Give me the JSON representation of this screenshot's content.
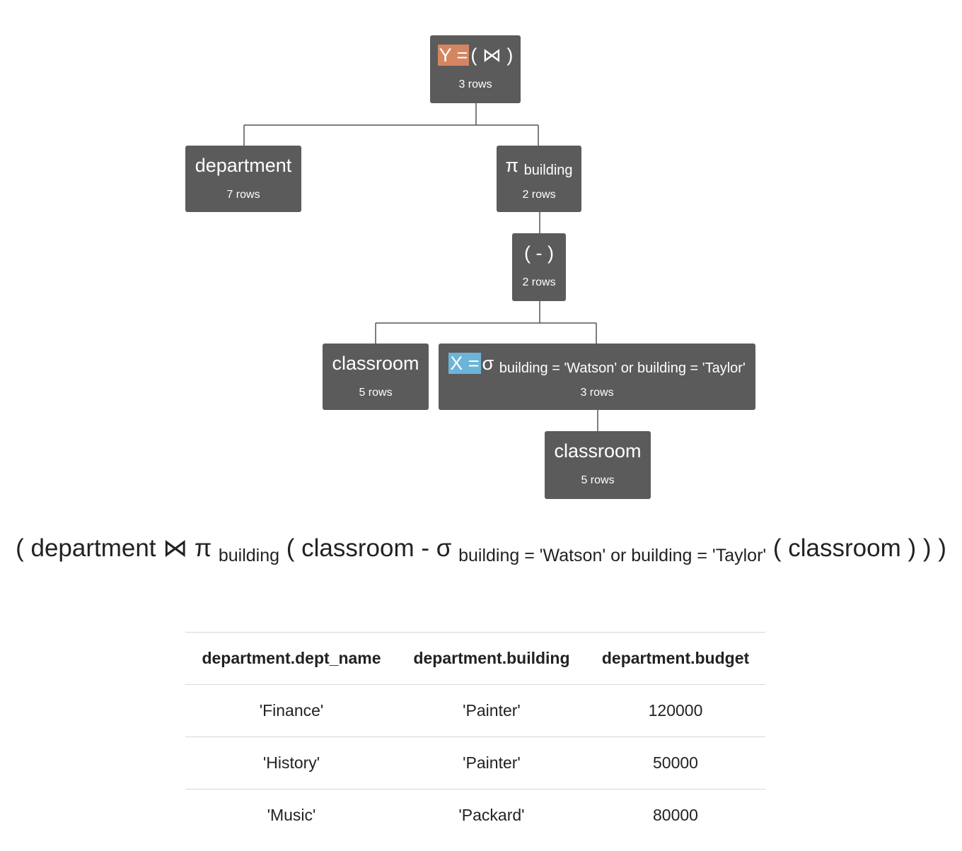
{
  "tree": {
    "root": {
      "tag": "Y =",
      "op": "( ⋈ )",
      "rows": "3 rows"
    },
    "department": {
      "name": "department",
      "rows": "7 rows"
    },
    "projection": {
      "op": "π",
      "attr": "building",
      "rows": "2 rows"
    },
    "difference": {
      "op": "( - )",
      "rows": "2 rows"
    },
    "classroom_left": {
      "name": "classroom",
      "rows": "5 rows"
    },
    "selection": {
      "tag": "X =",
      "op": "σ",
      "predicate": "building = 'Watson' or building = 'Taylor'",
      "rows": "3 rows"
    },
    "classroom_bottom": {
      "name": "classroom",
      "rows": "5 rows"
    }
  },
  "expression": {
    "p1": "( department ⋈ π",
    "sub1": "building",
    "p2": "( classroom - σ",
    "sub2": "building = 'Watson' or building = 'Taylor'",
    "p3": "( classroom ) ) )"
  },
  "result": {
    "columns": [
      "department.dept_name",
      "department.building",
      "department.budget"
    ],
    "rows": [
      [
        "'Finance'",
        "'Painter'",
        "120000"
      ],
      [
        "'History'",
        "'Painter'",
        "50000"
      ],
      [
        "'Music'",
        "'Packard'",
        "80000"
      ]
    ]
  },
  "colors": {
    "node": "#5b5b5b",
    "tag_y": "#d48660",
    "tag_x": "#6db4d9",
    "edge": "#555555"
  }
}
